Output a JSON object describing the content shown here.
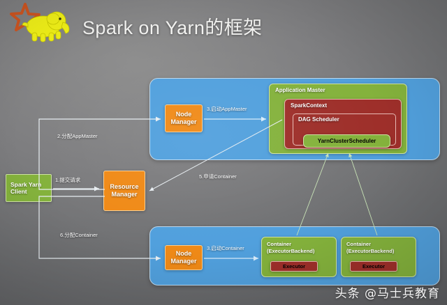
{
  "slide": {
    "title": "Spark on Yarn的框架",
    "background_color": "#75767a",
    "watermark": "头条 @马士兵教育"
  },
  "logo": {
    "name": "hadoop-elephant-logo",
    "elephant_color": "#f2f218",
    "star_color": "#d4531b"
  },
  "nodes": {
    "spark_yarn_client": {
      "label": "Spark Yarn\nClient",
      "color": "#84b23c"
    },
    "resource_manager": {
      "label": "Resource\nManager",
      "color": "#f08a17"
    },
    "node_manager_top": {
      "label": "Node\nManager",
      "color": "#f08a17"
    },
    "node_manager_bottom": {
      "label": "Node\nManager",
      "color": "#f08a17"
    },
    "application_master": {
      "label": "Application Master",
      "color": "#84b23c"
    },
    "spark_context": {
      "label": "SparkContext",
      "color": "#9e2f2a"
    },
    "dag_scheduler": {
      "label": "DAG Scheduler",
      "color": "#9e2f2a"
    },
    "yarn_cluster_scheduler": {
      "label": "YarnClusterScheduler",
      "color": "#84b23c"
    },
    "container_1": {
      "label": "Container\n(ExecutorBackend)",
      "color": "#84b23c"
    },
    "container_2": {
      "label": "Container\n(ExecutorBackend)",
      "color": "#84b23c"
    },
    "executor_1": {
      "label": "Executor",
      "color": "#9e2f2a"
    },
    "executor_2": {
      "label": "Executor",
      "color": "#9e2f2a"
    }
  },
  "panels": {
    "top_cluster": {
      "name": "yarn-node-panel-top",
      "color": "#51a0dd"
    },
    "bottom_cluster": {
      "name": "yarn-node-panel-bottom",
      "color": "#51a0dd"
    }
  },
  "flows": [
    {
      "id": "step1",
      "label": "1.提交请求"
    },
    {
      "id": "step2",
      "label": "2.分配AppMaster"
    },
    {
      "id": "step3",
      "label": "3.启动AppMaster"
    },
    {
      "id": "step5",
      "label": "5.申请Container"
    },
    {
      "id": "step6",
      "label": "6.分配Container"
    },
    {
      "id": "step7",
      "label": "3.启动Container"
    }
  ]
}
